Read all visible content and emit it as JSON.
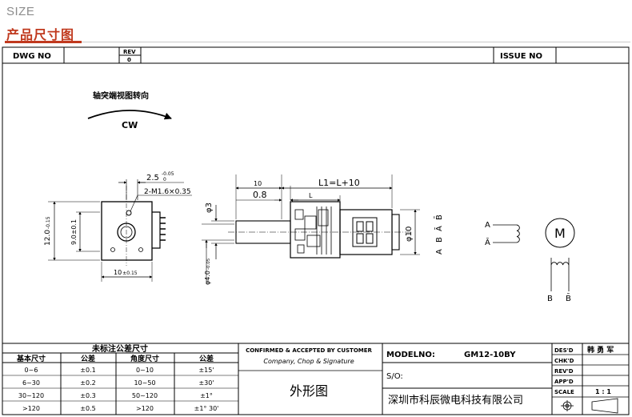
{
  "header": {
    "size_label": "SIZE",
    "title": "产品尺寸图"
  },
  "title_block": {
    "dwg_no": "DWG NO",
    "rev_label": "REV",
    "rev_value": "0",
    "issue_no": "ISSUE NO"
  },
  "end_view": {
    "caption": "轴突端视图转向",
    "rotation": "CW",
    "dim_thread": "2-M1.6×0.35",
    "dim_spacing": "2.5",
    "dim_spacing_tol": "-0.05",
    "dim_spacing_tol0": "0",
    "dim_height": "12.0",
    "dim_height_tol": "-0.15",
    "dim_inner": "9.0±0.1",
    "dim_width": "10",
    "dim_width_tol": "±0.15"
  },
  "side_view": {
    "dim_10": "10",
    "dim_08": "0.8",
    "dim_l1": "L1=L+10",
    "dim_l": "L",
    "dim_phi3": "φ3",
    "dim_phi10": "φ10",
    "dim_phi4": "φ4.0",
    "dim_phi4_tol": "-0.05",
    "dim_phi4_tol0": "0",
    "pins": [
      "A",
      "B",
      "Ā",
      "B̄"
    ]
  },
  "schematic": {
    "a": "A",
    "a_bar": "Ā",
    "motor": "M",
    "b": "B",
    "b_bar": "B̄"
  },
  "tolerance_table": {
    "title": "未标注公差尺寸",
    "headers": [
      "基本尺寸",
      "公差",
      "角度尺寸",
      "公差"
    ],
    "rows": [
      [
        "0~6",
        "±0.1",
        "0~10",
        "±15'"
      ],
      [
        "6~30",
        "±0.2",
        "10~50",
        "±30'"
      ],
      [
        "30~120",
        "±0.3",
        "50~120",
        "±1°"
      ],
      [
        ">120",
        "±0.5",
        ">120",
        "±1° 30'"
      ]
    ]
  },
  "approval": {
    "confirmed": "CONFIRMED & ACCEPTED BY CUSTOMER",
    "signature": "Company, Chop & Signature",
    "drawing_name": "外形图"
  },
  "model": {
    "label": "MODELNO:",
    "value": "GM12-10BY",
    "so_label": "S/O:",
    "company": "深圳市科辰微电科技有限公司"
  },
  "signoff": {
    "des": "DES'D",
    "des_name": "韩 勇 军",
    "chk": "CHK'D",
    "rev": "REV'D",
    "app": "APP'D",
    "scale": "SCALE",
    "scale_value": "1 : 1"
  }
}
